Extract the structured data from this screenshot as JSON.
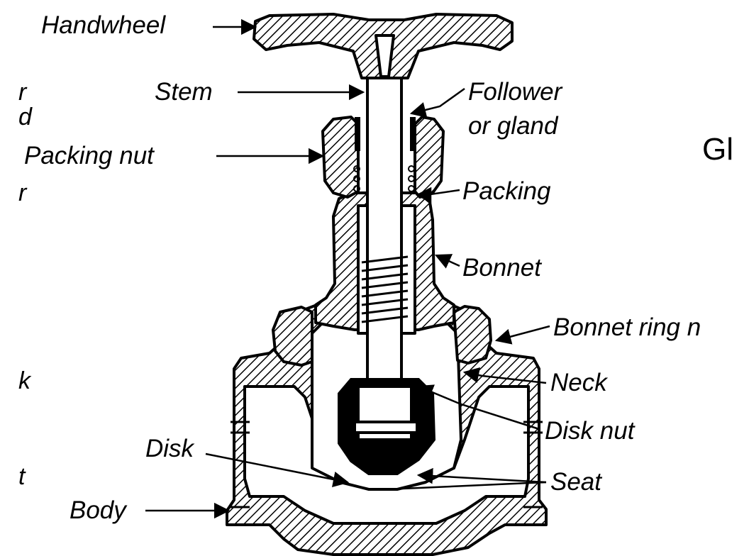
{
  "title_fragment": "Gl",
  "left_fragments": [
    "r",
    "d",
    "r",
    "k",
    "t"
  ],
  "labels": {
    "handwheel": "Handwheel",
    "stem": "Stem",
    "follower_line1": "Follower",
    "follower_line2": "or gland",
    "packing_nut": "Packing nut",
    "packing": "Packing",
    "bonnet": "Bonnet",
    "bonnet_ring_nut": "Bonnet ring n",
    "neck": "Neck",
    "disk_nut": "Disk nut",
    "disk": "Disk",
    "seat": "Seat",
    "body": "Body"
  }
}
